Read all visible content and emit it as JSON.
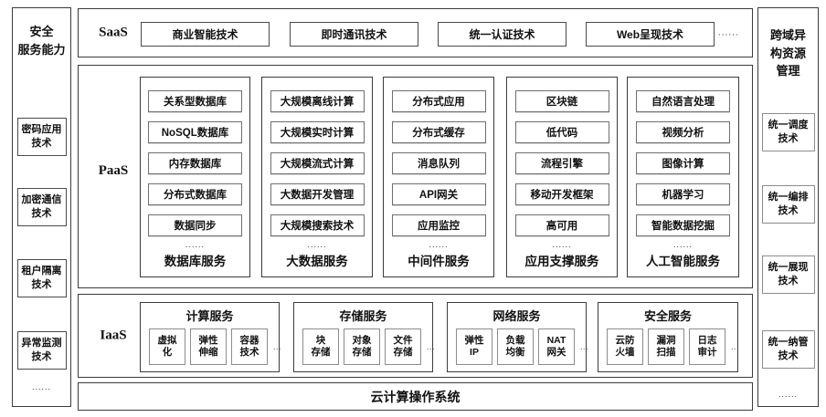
{
  "left_sidebar": {
    "title": "安全\n服务能力",
    "items": [
      "密码应用\n技术",
      "加密通信\n技术",
      "租户隔离\n技术",
      "异常监测\n技术"
    ],
    "ellipsis": "......"
  },
  "right_sidebar": {
    "title": "跨域异\n构资源\n管理",
    "items": [
      "统一调度\n技术",
      "统一编排\n技术",
      "统一展现\n技术",
      "统一纳管\n技术"
    ],
    "ellipsis": "......"
  },
  "saas": {
    "label": "SaaS",
    "items": [
      "商业智能技术",
      "即时通讯技术",
      "统一认证技术",
      "Web呈现技术"
    ],
    "ellipsis": "......"
  },
  "paas": {
    "label": "PaaS",
    "columns": [
      {
        "title": "数据库服务",
        "items": [
          "关系型数据库",
          "NoSQL数据库",
          "内存数据库",
          "分布式数据库",
          "数据同步"
        ],
        "ellipsis": "......"
      },
      {
        "title": "大数据服务",
        "items": [
          "大规模离线计算",
          "大规模实时计算",
          "大规模流式计算",
          "大数据开发管理",
          "大规模搜索技术"
        ],
        "ellipsis": "......"
      },
      {
        "title": "中间件服务",
        "items": [
          "分布式应用",
          "分布式缓存",
          "消息队列",
          "API网关",
          "应用监控"
        ],
        "ellipsis": "......"
      },
      {
        "title": "应用支撑服务",
        "items": [
          "区块链",
          "低代码",
          "流程引擎",
          "移动开发框架",
          "高可用"
        ],
        "ellipsis": "......"
      },
      {
        "title": "人工智能服务",
        "items": [
          "自然语言处理",
          "视频分析",
          "图像计算",
          "机器学习",
          "智能数据挖掘"
        ],
        "ellipsis": "......"
      }
    ]
  },
  "iaas": {
    "label": "IaaS",
    "groups": [
      {
        "title": "计算服务",
        "items": [
          "虚拟\n化",
          "弹性\n伸缩",
          "容器\n技术"
        ],
        "ellipsis": "..."
      },
      {
        "title": "存储服务",
        "items": [
          "块\n存储",
          "对象\n存储",
          "文件\n存储"
        ],
        "ellipsis": "..."
      },
      {
        "title": "网络服务",
        "items": [
          "弹性\nIP",
          "负载\n均衡",
          "NAT\n网关"
        ],
        "ellipsis": "..."
      },
      {
        "title": "安全服务",
        "items": [
          "云防\n火墙",
          "漏洞\n扫描",
          "日志\n审计"
        ],
        "ellipsis": "..."
      }
    ]
  },
  "bottom_bar": {
    "label": "云计算操作系统"
  },
  "colors": {
    "border_dark": "#3b3b3b",
    "border_light": "#8c8c8c",
    "text": "#111111",
    "background": "#ffffff"
  }
}
